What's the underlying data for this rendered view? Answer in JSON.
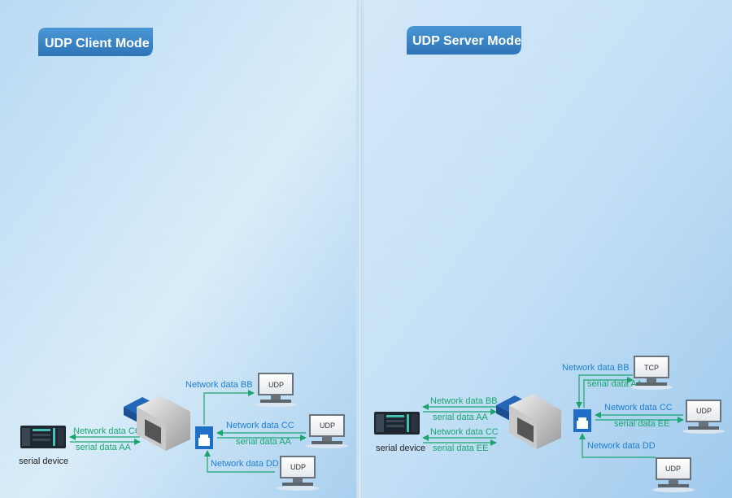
{
  "client": {
    "title": "UDP Client Mode",
    "device_label": "serial device",
    "network_cc": "Network data CC",
    "serial_aa": "serial data AA",
    "network_bb": "Network data BB",
    "network_cc_right": "Network data CC",
    "serial_aa_right": "serial data AA",
    "network_dd": "Network data DD",
    "pc_top": "UDP",
    "pc_mid": "UDP",
    "pc_bot": "UDP"
  },
  "server": {
    "title": "UDP Server Mode",
    "device_label": "serial device",
    "network_bb": "Network data BB",
    "serial_aa": "serial data AA",
    "network_cc": "Network data CC",
    "serial_ee": "serial data EE",
    "network_bb_right": "Network data BB",
    "serial_aa_right": "serial data AA",
    "network_cc_right": "Network data CC",
    "serial_ee_right": "serial data  EE",
    "network_dd": "Network data DD",
    "pc_top": "TCP",
    "pc_mid": "UDP",
    "pc_bot": "UDP"
  },
  "colors": {
    "network": "#1f7fcf",
    "serial": "#1aa56f",
    "badge": "#3a86c8",
    "switch": "#1f6fc6"
  }
}
